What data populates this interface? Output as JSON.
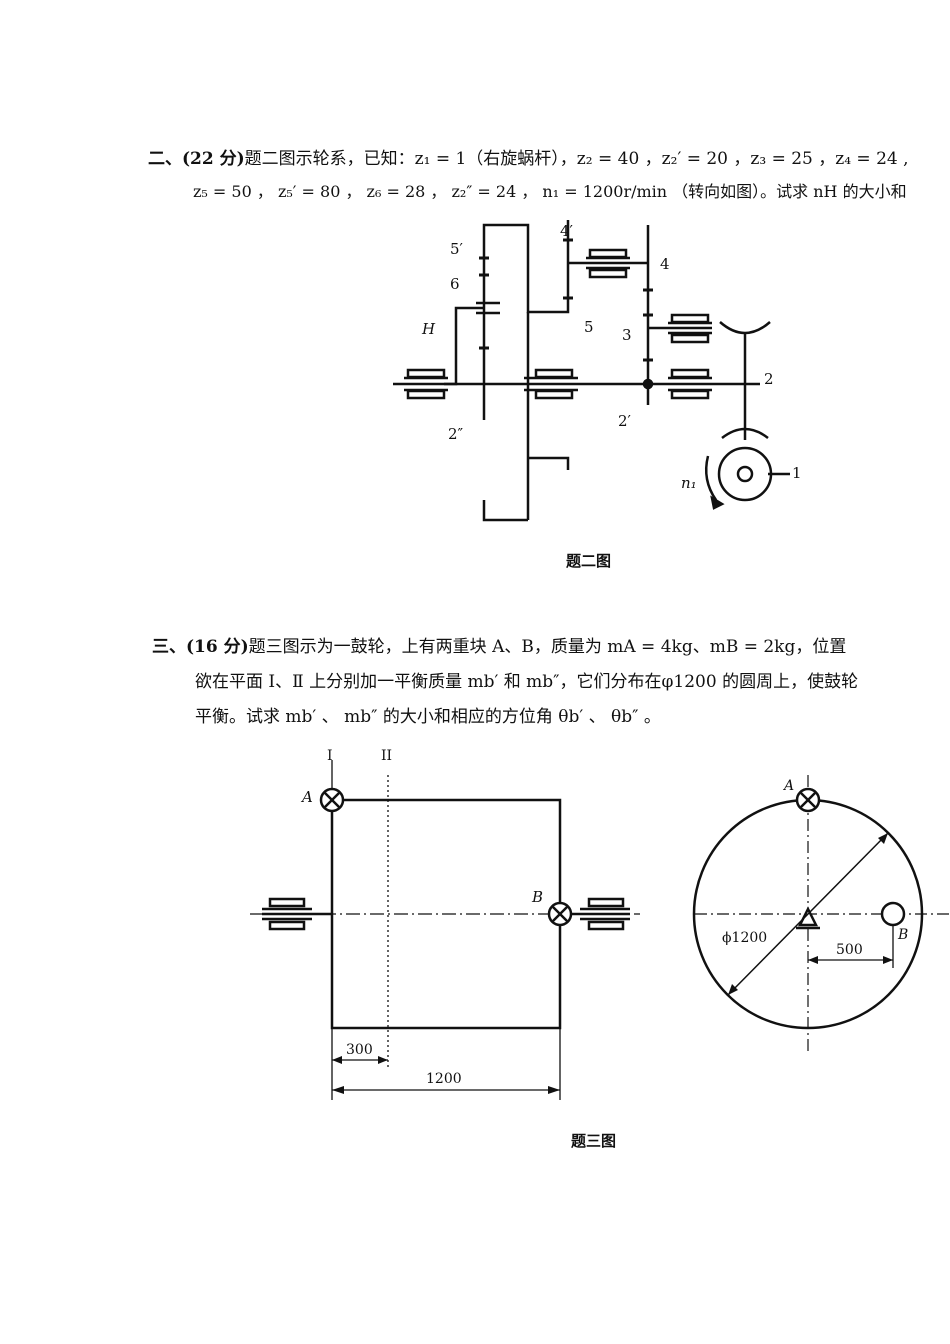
{
  "q2": {
    "number": "二、",
    "score": "(22 分)",
    "line1": "题二图示轮系，已知：z₁ = 1（右旋蜗杆），z₂ = 40 ，z₂′ = 20 ，z₃ = 25 ，z₄ = 24 ,",
    "line2": "z₅ = 50 ， z₅′ = 80 ， z₆ = 28 ， z₂″ = 24 ， n₁ = 1200r/min （转向如图）。试求 nH 的大小和",
    "caption": "题二图",
    "labels": {
      "g4p": "4′",
      "g4": "4",
      "g5p": "5′",
      "g6": "6",
      "g5": "5",
      "g3": "3",
      "H": "H",
      "g2": "2",
      "g2p": "2′",
      "g2pp": "2″",
      "n1": "n₁",
      "g1": "1"
    }
  },
  "q3": {
    "number": "三、",
    "score": "(16 分)",
    "line1": "题三图示为一鼓轮，上有两重块 A、B，质量为 mA = 4kg、mB = 2kg，位置",
    "line2": "欲在平面 Ⅰ、Ⅱ 上分别加一平衡质量 mb′ 和 mb″，它们分布在φ1200 的圆周上，使鼓轮",
    "line3": "平衡。试求 mb′ 、 mb″ 的大小和相应的方位角 θb′ 、 θb″ 。",
    "caption": "题三图",
    "labels": {
      "plane1": "I",
      "plane2": "II",
      "A": "A",
      "B": "B",
      "dim300": "300",
      "dim1200": "1200",
      "A2": "A",
      "B2": "B",
      "dia": "ϕ1200",
      "dim500": "500"
    }
  }
}
